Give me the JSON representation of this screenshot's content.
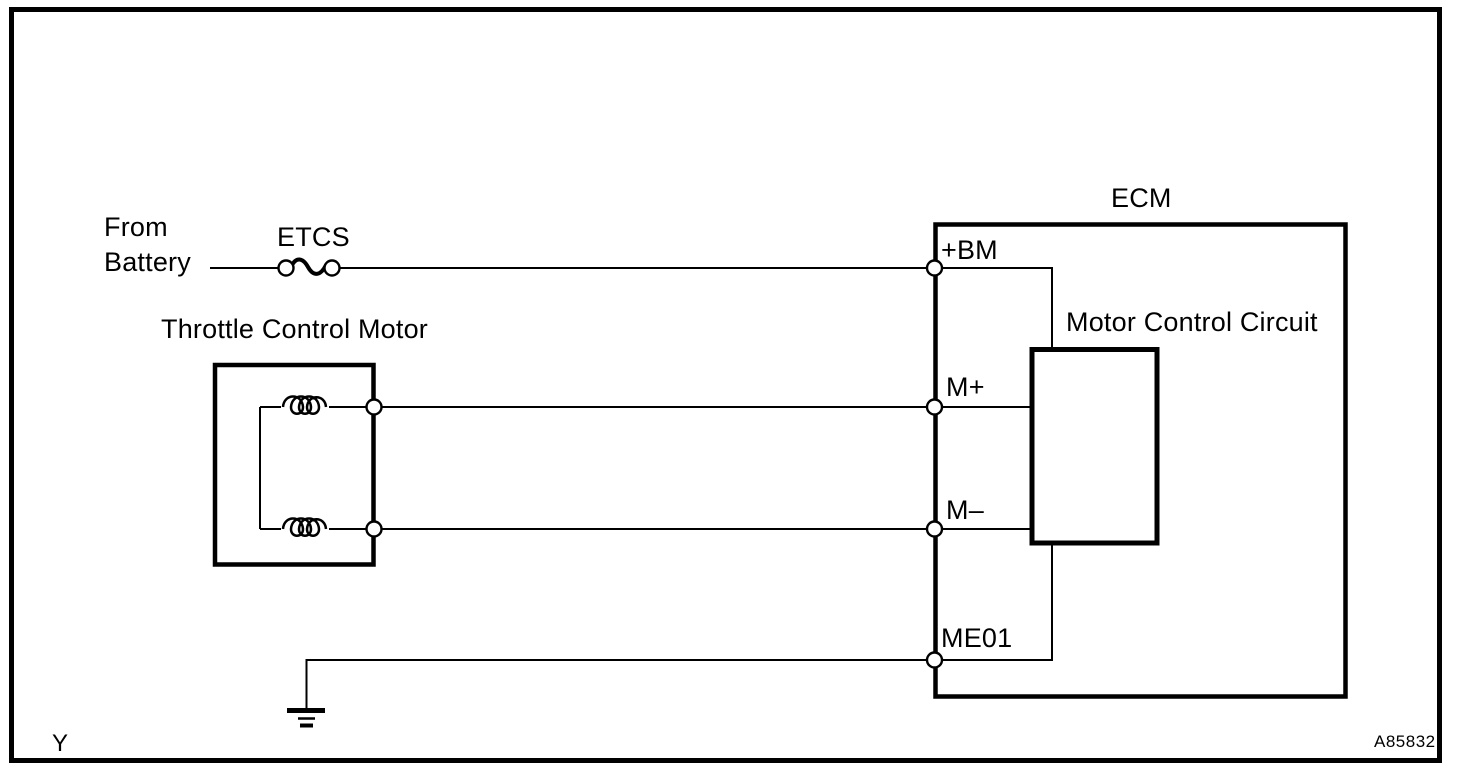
{
  "page": {
    "background": "#ffffff",
    "line_color": "#000000",
    "footer_left": "Y",
    "footer_right": "A85832"
  },
  "battery": {
    "label_line1": "From",
    "label_line2": "Battery",
    "fuse_label": "ETCS"
  },
  "throttle_motor": {
    "title": "Throttle Control Motor"
  },
  "ecm": {
    "title": "ECM",
    "inner_box_label": "Motor Control Circuit",
    "terminals": {
      "bm": "+BM",
      "m_plus": "M+",
      "m_minus": "M–",
      "me01": "ME01"
    }
  },
  "symbols": {
    "fuse": "fuse-symbol",
    "winding": "coil-winding-symbol",
    "ground": "ground-symbol",
    "terminal": "open-circle-terminal"
  }
}
